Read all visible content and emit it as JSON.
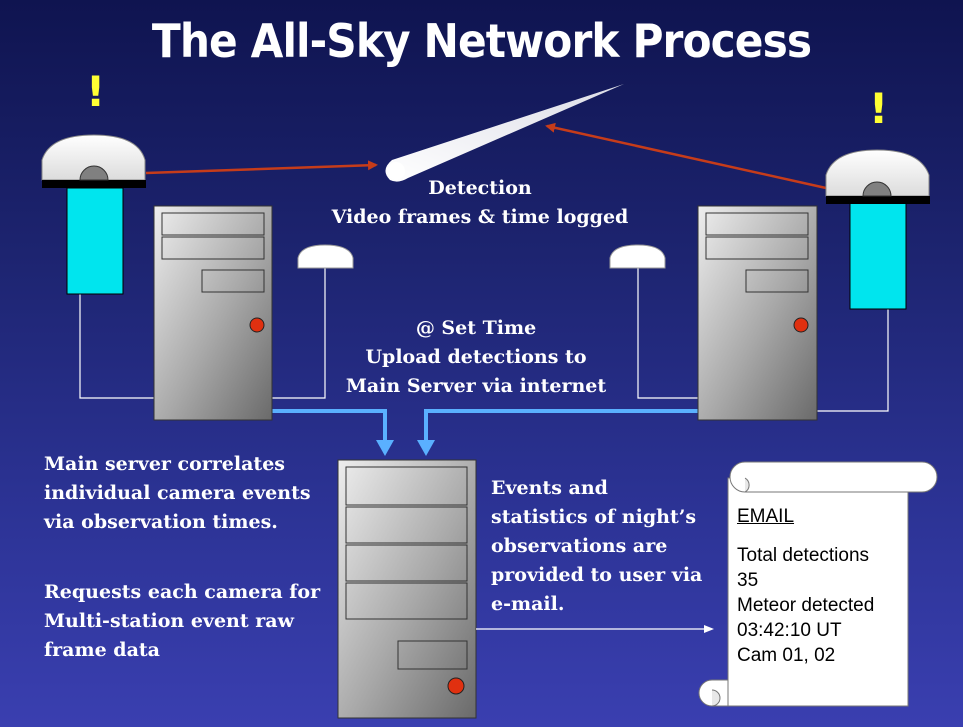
{
  "title": "The All-Sky Network Process",
  "alert_mark": "!",
  "detection_caption": [
    "Detection",
    "Video frames & time logged"
  ],
  "upload_caption": [
    "@ Set Time",
    "Upload detections to",
    "Main Server via internet"
  ],
  "server_note_1": [
    "Main server correlates",
    "individual camera events",
    "via observation times."
  ],
  "server_note_2": [
    "Requests each camera for",
    "Multi-station event raw",
    "frame data"
  ],
  "events_note": [
    "Events and",
    "statistics of night’s",
    "observations are",
    "provided to user via",
    "e-mail."
  ],
  "email": {
    "heading": "EMAIL",
    "lines": [
      "Total detections",
      "35",
      "Meteor detected",
      "03:42:10 UT",
      "Cam 01, 02"
    ]
  },
  "colors": {
    "sky_dark": "#0f1450",
    "sky_light": "#3a3fb0",
    "camera_body": "#00e5ee",
    "alert": "#ffff33",
    "sight_line": "#c63c1a",
    "upload_arrow": "#5ab0ff",
    "power_light": "#e03010"
  },
  "icons": [
    "camera-dome-icon",
    "computer-tower-icon",
    "gps-antenna-icon",
    "meteor-icon",
    "scroll-icon"
  ]
}
